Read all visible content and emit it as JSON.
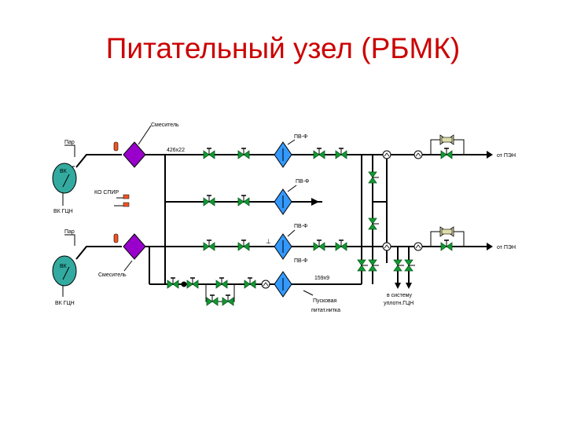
{
  "title": "Питательный узел (РБМК)",
  "labels": {
    "mixer_top": "Смеситель",
    "mixer_bottom": "Смеситель",
    "steam_top": "Пар",
    "steam_bottom": "Пар",
    "bk_top": "ВК",
    "bk_bottom": "ВК",
    "bk_gcn_top": "ВК ГЦН",
    "bk_gcn_bottom": "ВК ГЦН",
    "pipe_size": "426х22",
    "ko_spir": "КО СПИР",
    "pv1": "ПВ-Ф",
    "pv2": "ПВ-Ф",
    "pv3": "ПВ-Ф",
    "pv4": "ПВ-Ф",
    "line_159": "159х9",
    "pump_top": "от  ПЭН",
    "pump_bottom": "от  ПЭН",
    "start_line_1": "Пусковая",
    "start_line_2": "питат.нитка",
    "to_system_1": "в  систему",
    "to_system_2": "уплотн.ГЦН"
  },
  "colors": {
    "title": "#cc0000",
    "valve": "#119933",
    "filter": "#3399ff",
    "mixer": "#9900cc",
    "vessel": "#33aaa0",
    "pipe": "#000000",
    "check": "#ddddaa"
  },
  "icons": [
    "gate-valve-icon",
    "filter-icon",
    "mixer-icon",
    "separator-icon",
    "flow-meter-icon",
    "check-valve-icon",
    "regulating-valve-icon"
  ]
}
